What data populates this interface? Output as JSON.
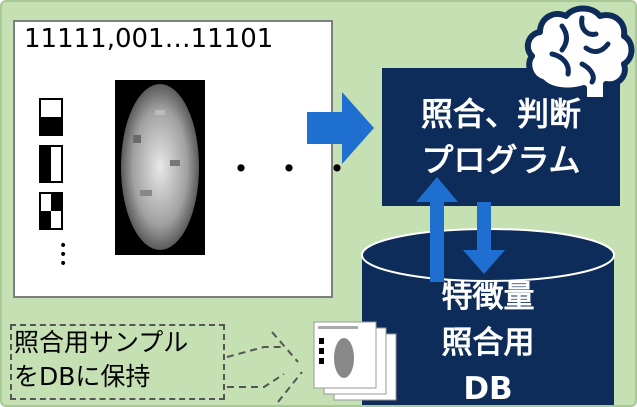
{
  "sample_panel": {
    "code_text": "11111,001…11101",
    "ellipsis": "・・・",
    "feature_dots": "⋮"
  },
  "program": {
    "line1": "照合、判断",
    "line2": "プログラム"
  },
  "database": {
    "line1": "特徴量",
    "line2": "照合用",
    "line3": "DB"
  },
  "note": {
    "line1": "照合用サンプル",
    "line2": "をDBに保持"
  },
  "colors": {
    "background": "#c5e0b3",
    "navy": "#0d2c5a",
    "arrow_blue": "#1f6fd1",
    "panel_border": "#7f7f7f"
  },
  "icons": {
    "brain": "brain-icon",
    "document_stack": "document-stack-icon"
  }
}
